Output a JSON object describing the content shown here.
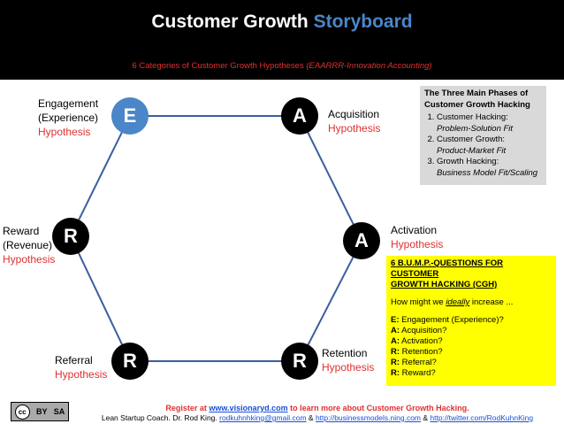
{
  "header": {
    "title_main": "Customer Growth",
    "title_accent": "Storyboard",
    "subtitle_prefix": "6 Categories of Customer Growth Hypotheses ",
    "subtitle_italic": "(EAARRR-Innovation Accounting)"
  },
  "nodes": [
    {
      "letter": "E",
      "color": "#4a86c8"
    },
    {
      "letter": "A",
      "color": "#000000"
    },
    {
      "letter": "A",
      "color": "#000000"
    },
    {
      "letter": "R",
      "color": "#000000"
    },
    {
      "letter": "R",
      "color": "#000000"
    },
    {
      "letter": "R",
      "color": "#000000"
    }
  ],
  "labels": {
    "engagement": {
      "line1": "Engagement",
      "line2": "(Experience)",
      "hyp": "Hypothesis"
    },
    "acquisition": {
      "line1": "Acquisition",
      "hyp": "Hypothesis"
    },
    "activation": {
      "line1": "Activation",
      "hyp": "Hypothesis"
    },
    "retention": {
      "line1": "Retention",
      "hyp": "Hypothesis"
    },
    "referral": {
      "line1": "Referral",
      "hyp": "Hypothesis"
    },
    "reward": {
      "line1": "Reward",
      "line2": "(Revenue)",
      "hyp": "Hypothesis"
    }
  },
  "phases": {
    "title_line1": "The Three Main Phases of",
    "title_line2": "Customer Growth Hacking",
    "items": [
      {
        "name": "Customer Hacking:",
        "fit": "Problem-Solution Fit"
      },
      {
        "name": "Customer Growth:",
        "fit": "Product-Market Fit"
      },
      {
        "name": "Growth Hacking:",
        "fit": "Business Model Fit/Scaling"
      }
    ]
  },
  "bump": {
    "title_line1": "6 B.U.M.P.-QUESTIONS FOR CUSTOMER",
    "title_line2": "GROWTH HACKING (CGH)",
    "q_prefix": "How might we ",
    "q_italic": "ideally",
    "q_suffix": " increase ...",
    "items": [
      {
        "key": "E:",
        "text": " Engagement (Experience)?"
      },
      {
        "key": "A:",
        "text": " Acquisition?"
      },
      {
        "key": "A:",
        "text": " Activation?"
      },
      {
        "key": "R:",
        "text": " Retention?"
      },
      {
        "key": "R:",
        "text": " Referral?"
      },
      {
        "key": "R:",
        "text": " Reward?"
      }
    ]
  },
  "footer": {
    "line1_pre": "Register at ",
    "line1_link": "www.visionaryd.com",
    "line1_post": " to learn more about Customer Growth Hacking.",
    "line2_pre": "Lean Startup Coach. Dr. Rod King. ",
    "email": "rodkuhnhking@gmail.com",
    "amp1": " & ",
    "link2": "http://businessmodels.ning.com",
    "amp2": " & ",
    "link3": "http://twitter.com/RodKuhnKing",
    "cc_by": "BY",
    "cc_sa": "SA"
  },
  "colors": {
    "accent": "#4a86c8",
    "red": "#e03030",
    "hexline": "#3a5fa0",
    "yellow": "#ffff00"
  }
}
